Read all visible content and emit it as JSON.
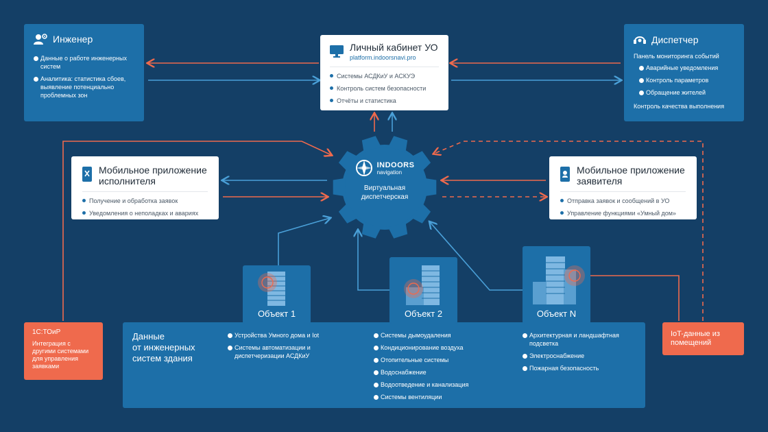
{
  "colors": {
    "background": "#143f66",
    "panel_blue": "#1d6fa8",
    "accent_orange": "#ef6a4d",
    "light_blue_arrow": "#4aa0d8"
  },
  "engineer": {
    "icon": "engineer-icon",
    "title": "Инженер",
    "items": [
      "Данные о работе инженерных систем",
      "Аналитика: статистика сбоев, выявление потенциально проблемных зон"
    ]
  },
  "cabinet": {
    "icon": "monitor-icon",
    "title": "Личный кабинет УО",
    "url": "platform.indoorsnavi.pro",
    "items": [
      "Системы АСДКиУ и АСКУЭ",
      "Контроль систем безопасности",
      "Отчёты и статистика"
    ]
  },
  "dispatcher": {
    "icon": "headset-icon",
    "title": "Диспетчер",
    "subtitle": "Панель мониторинга событий",
    "items": [
      "Аварийные уведомления",
      "Контроль параметров",
      "Обращение жителей"
    ],
    "footer": "Контроль качества выполнения"
  },
  "executor_app": {
    "icon": "phone-tools-icon",
    "title_line1": "Мобильное приложение",
    "title_line2": "исполнителя",
    "items": [
      "Получение и обработка заявок",
      "Уведомления о неполадках и авариях"
    ]
  },
  "applicant_app": {
    "icon": "phone-user-icon",
    "title_line1": "Мобильное приложение",
    "title_line2": "заявителя",
    "items": [
      "Отправка заявок и сообщений в УО",
      "Управление функциями «Умный дом»"
    ]
  },
  "center": {
    "logo_line1": "INDOORS",
    "logo_line2": "navigation",
    "label_line1": "Виртуальная",
    "label_line2": "диспетчерская"
  },
  "objects": [
    {
      "label": "Объект 1"
    },
    {
      "label": "Объект 2"
    },
    {
      "label": "Объект N"
    }
  ],
  "data_panel": {
    "title_line1": "Данные",
    "title_line2": "от инженерных",
    "title_line3": "систем здания",
    "col1": [
      "Устройства Умного дома и Iot",
      "Системы автоматизации и диспетчеризации АСДКиУ"
    ],
    "col2": [
      "Системы дымоудаления",
      "Кондиционирование воздуха",
      "Отопительные системы",
      "Водоснабжение",
      "Водоотведение и канализация",
      "Системы вентиляции"
    ],
    "col3": [
      "Архитектурная и ландшафтная подсветка",
      "Электроснабжение",
      "Пожарная безопасность"
    ]
  },
  "toir": {
    "title": "1С:ТОиР",
    "text": "Интеграция с другими системами для управления заявками"
  },
  "iot": {
    "text": "IoT-данные из помещений"
  }
}
